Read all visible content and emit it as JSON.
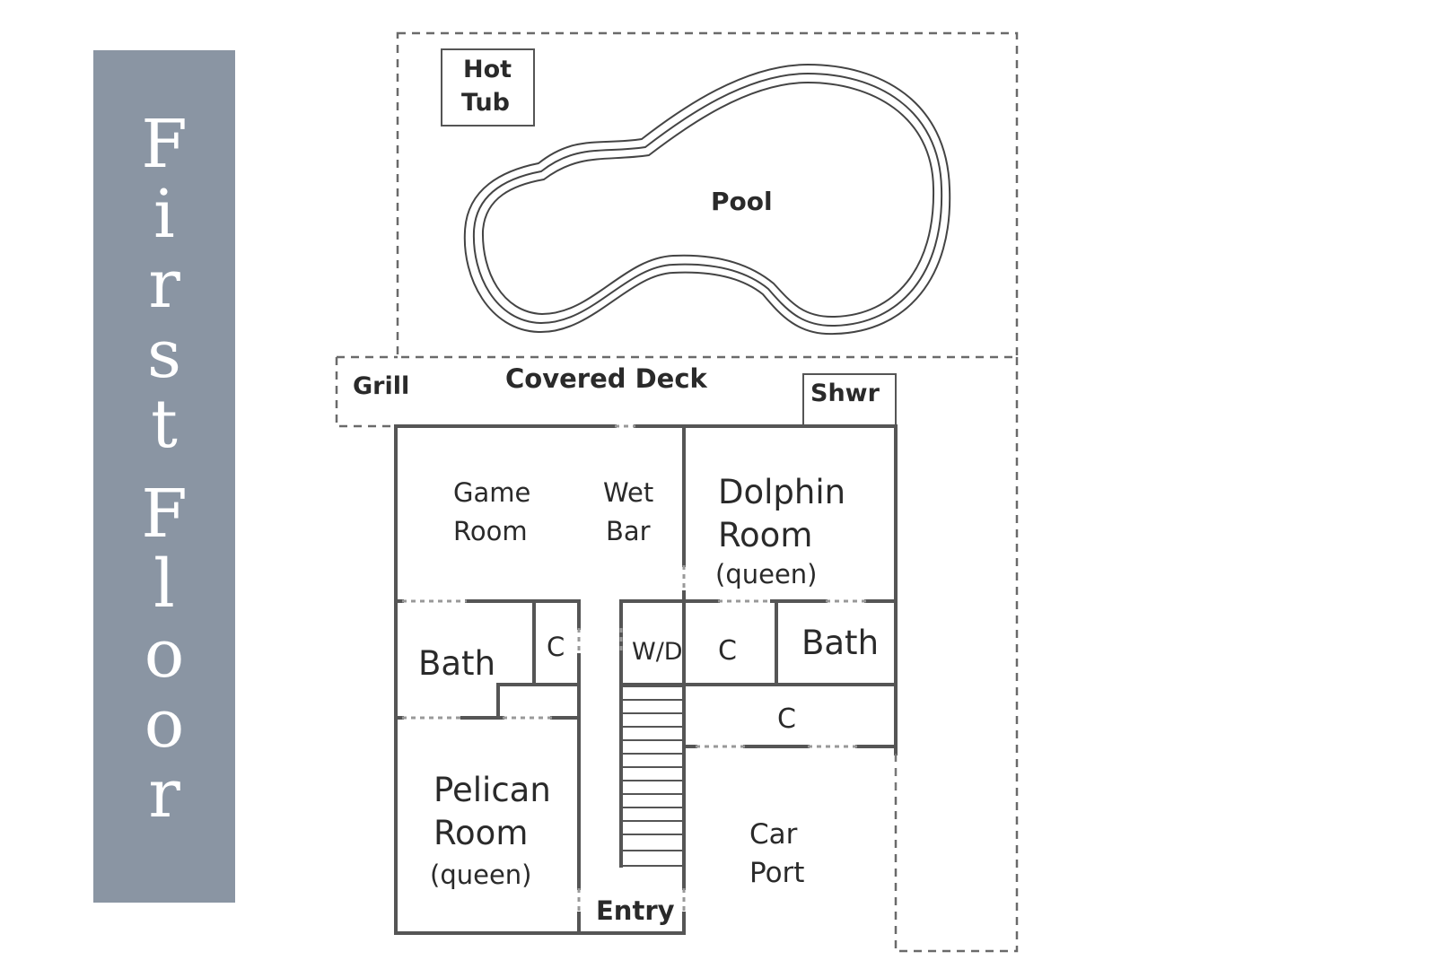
{
  "banner": {
    "text": "First Floor"
  },
  "labels": {
    "hot_tub": [
      "Hot",
      "Tub"
    ],
    "pool": "Pool",
    "grill": "Grill",
    "covered_deck": "Covered Deck",
    "shower": "Shwr",
    "game_room": [
      "Game",
      "Room"
    ],
    "wet_bar": [
      "Wet",
      "Bar"
    ],
    "dolphin_room": [
      "Dolphin",
      "Room",
      "(queen)"
    ],
    "bath_left": "Bath",
    "closet_left": "C",
    "washer_dryer": "W/D",
    "closet_center": "C",
    "bath_right": "Bath",
    "closet_hall": "C",
    "pelican_room": [
      "Pelican",
      "Room",
      "(queen)"
    ],
    "car_port": [
      "Car",
      "Port"
    ],
    "entry": "Entry"
  },
  "colors": {
    "banner": "#8a95a3",
    "walls": "#555555",
    "text": "#2a2a2a"
  }
}
